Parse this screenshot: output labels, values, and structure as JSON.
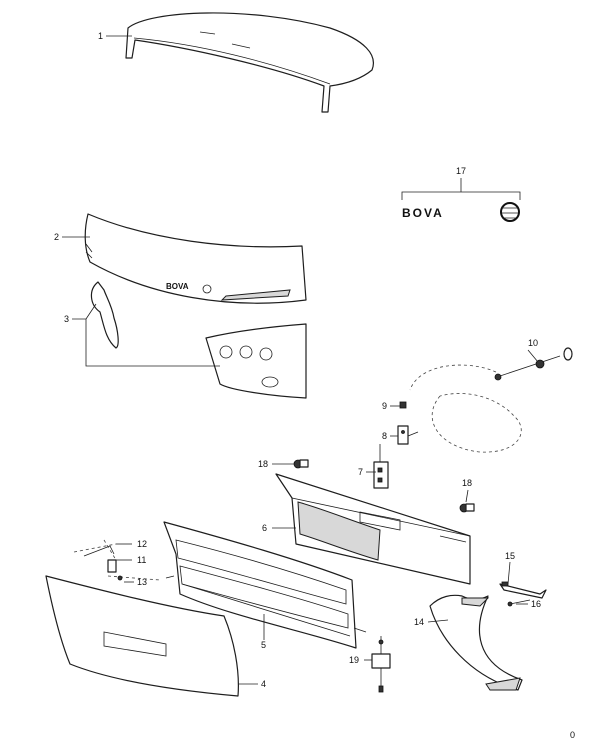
{
  "callouts": {
    "c1": "1",
    "c2": "2",
    "c3": "3",
    "c4": "4",
    "c5": "5",
    "c6": "6",
    "c7": "7",
    "c8": "8",
    "c9": "9",
    "c10": "10",
    "c11": "11",
    "c12": "12",
    "c13": "13",
    "c14": "14",
    "c15": "15",
    "c16": "16",
    "c17": "17",
    "c18a": "18",
    "c18b": "18",
    "c19": "19"
  },
  "logo": {
    "main": "BOVA",
    "small": "BOVA"
  },
  "page_number": "0",
  "colors": {
    "line": "#1e1e1e",
    "shade": "#d8d8d8",
    "background": "#ffffff"
  }
}
